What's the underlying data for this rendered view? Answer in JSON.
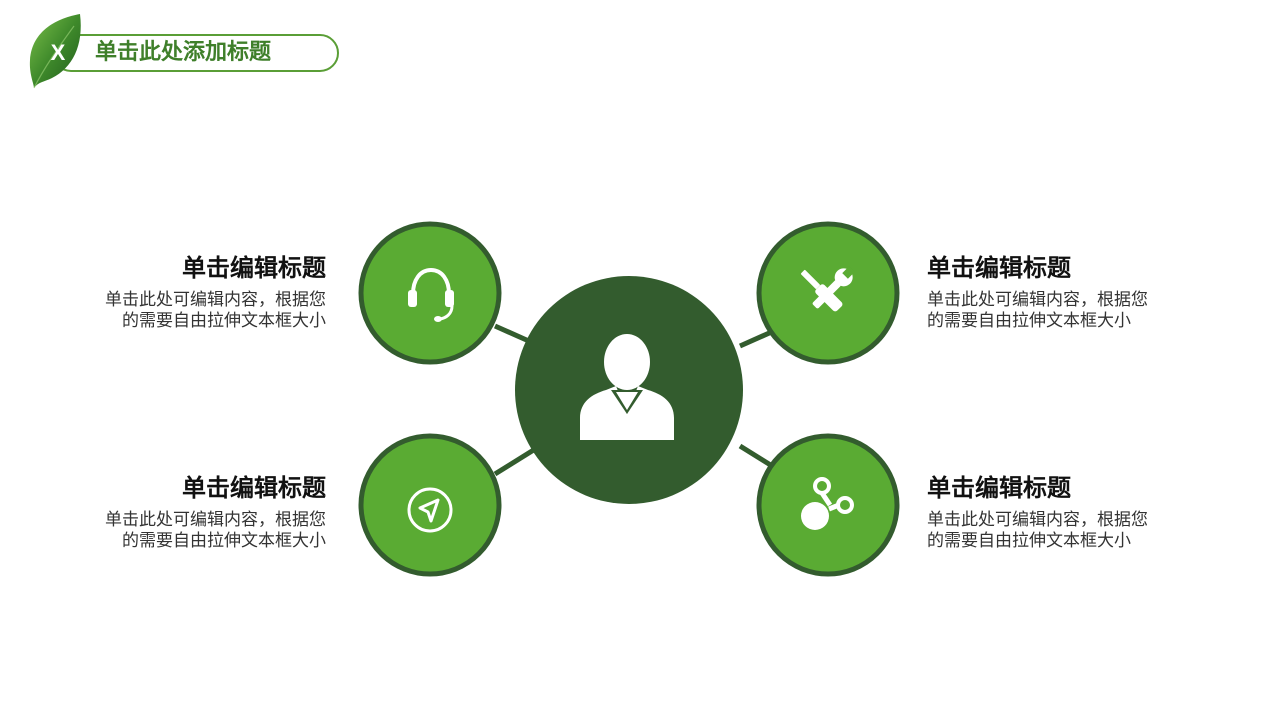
{
  "header": {
    "leaf_letter": "X",
    "title": "单击此处添加标题"
  },
  "colors": {
    "dark_green": "#335c2e",
    "mid_green": "#5aab33",
    "header_green": "#3f7f2a"
  },
  "center": {
    "icon": "person-icon"
  },
  "nodes": [
    {
      "position": "top-left",
      "icon": "headset-icon",
      "title": "单击编辑标题",
      "desc_line1": "单击此处可编辑内容，根据您",
      "desc_line2": "的需要自由拉伸文本框大小"
    },
    {
      "position": "top-right",
      "icon": "tools-icon",
      "title": "单击编辑标题",
      "desc_line1": "单击此处可编辑内容，根据您",
      "desc_line2": "的需要自由拉伸文本框大小"
    },
    {
      "position": "bottom-left",
      "icon": "send-icon",
      "title": "单击编辑标题",
      "desc_line1": "单击此处可编辑内容，根据您",
      "desc_line2": "的需要自由拉伸文本框大小"
    },
    {
      "position": "bottom-right",
      "icon": "share-icon",
      "title": "单击编辑标题",
      "desc_line1": "单击此处可编辑内容，根据您",
      "desc_line2": "的需要自由拉伸文本框大小"
    }
  ]
}
